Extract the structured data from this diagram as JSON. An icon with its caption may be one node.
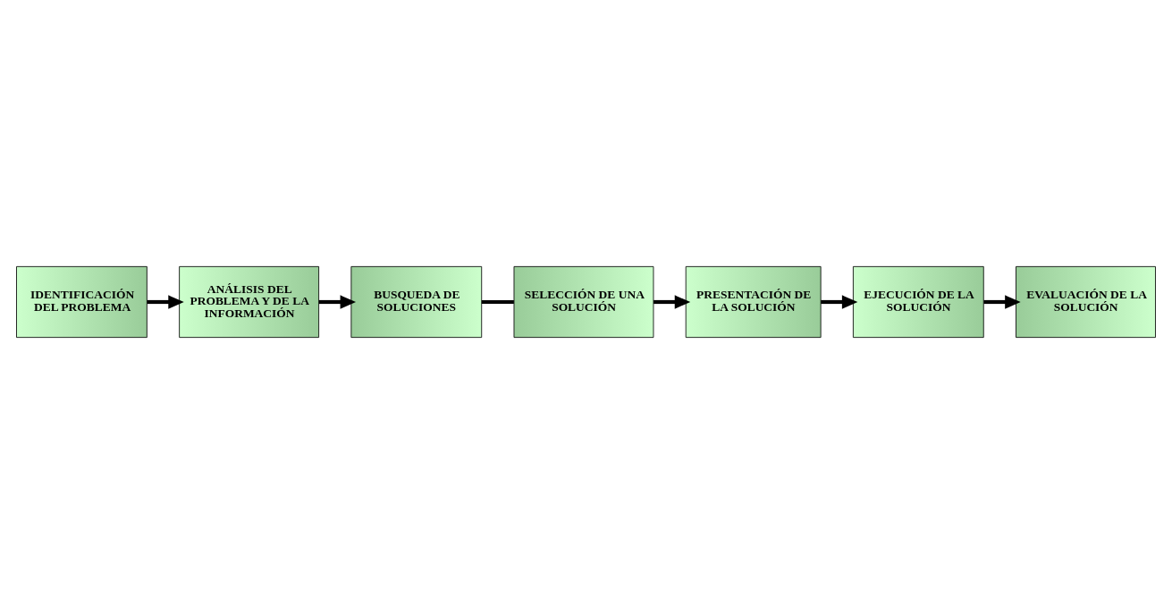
{
  "diagram": {
    "nodes": [
      {
        "text": [
          "IDENTIFICACIÓN DEL PROBLEMA"
        ]
      },
      {
        "text": [
          "ANÁLISIS DEL PROBLEMA Y DE LA INFORMACIÓN"
        ]
      },
      {
        "text": [
          "BUSQUEDA DE SOLUCIONES"
        ]
      },
      {
        "text": [
          "SELECCIÓN DE UNA SOLUCIÓN"
        ]
      },
      {
        "text": [
          "PRESENTACIÓN DE LA SOLUCIÓN"
        ]
      },
      {
        "text": [
          "EJECUCIÓN DE LA SOLUCIÓN"
        ]
      },
      {
        "text": [
          "EVALUACIÓN DE LA SOLUCIÓN"
        ]
      }
    ],
    "edges": [
      {
        "from": 0,
        "to": 1,
        "arrow": "to"
      },
      {
        "from": 1,
        "to": 2,
        "arrow": "to"
      },
      {
        "from": 2,
        "to": 3,
        "arrow": "none"
      },
      {
        "from": 3,
        "to": 4,
        "arrow": "to"
      },
      {
        "from": 4,
        "to": 5,
        "arrow": "to"
      },
      {
        "from": 5,
        "to": 6,
        "arrow": "to"
      }
    ]
  }
}
